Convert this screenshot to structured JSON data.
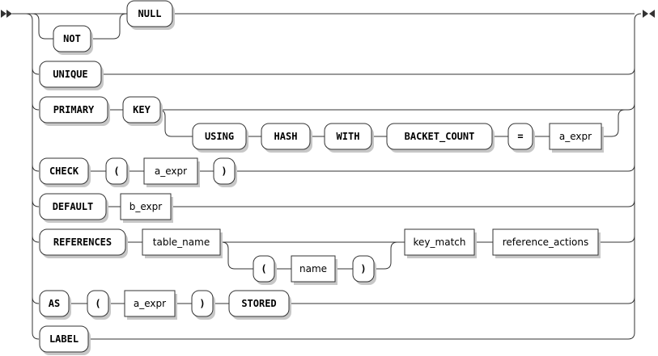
{
  "diagram": {
    "keywords": {
      "null": "NULL",
      "not": "NOT",
      "unique": "UNIQUE",
      "primary": "PRIMARY",
      "key": "KEY",
      "using": "USING",
      "hash": "HASH",
      "with": "WITH",
      "bucket_count": "BACKET_COUNT",
      "equals": "=",
      "check": "CHECK",
      "lparen1": "(",
      "rparen1": ")",
      "default": "DEFAULT",
      "references": "REFERENCES",
      "lparen2": "(",
      "rparen2": ")",
      "as": "AS",
      "lparen3": "(",
      "rparen3": ")",
      "stored": "STORED",
      "label": "LABEL"
    },
    "nonterminals": {
      "a_expr_hash": "a_expr",
      "a_expr_check": "a_expr",
      "b_expr": "b_expr",
      "table_name": "table_name",
      "name": "name",
      "key_match": "key_match",
      "reference_actions": "reference_actions",
      "a_expr_as": "a_expr"
    },
    "icons": {
      "start": "double-arrow-start-icon",
      "end": "end-marker-icon"
    }
  }
}
